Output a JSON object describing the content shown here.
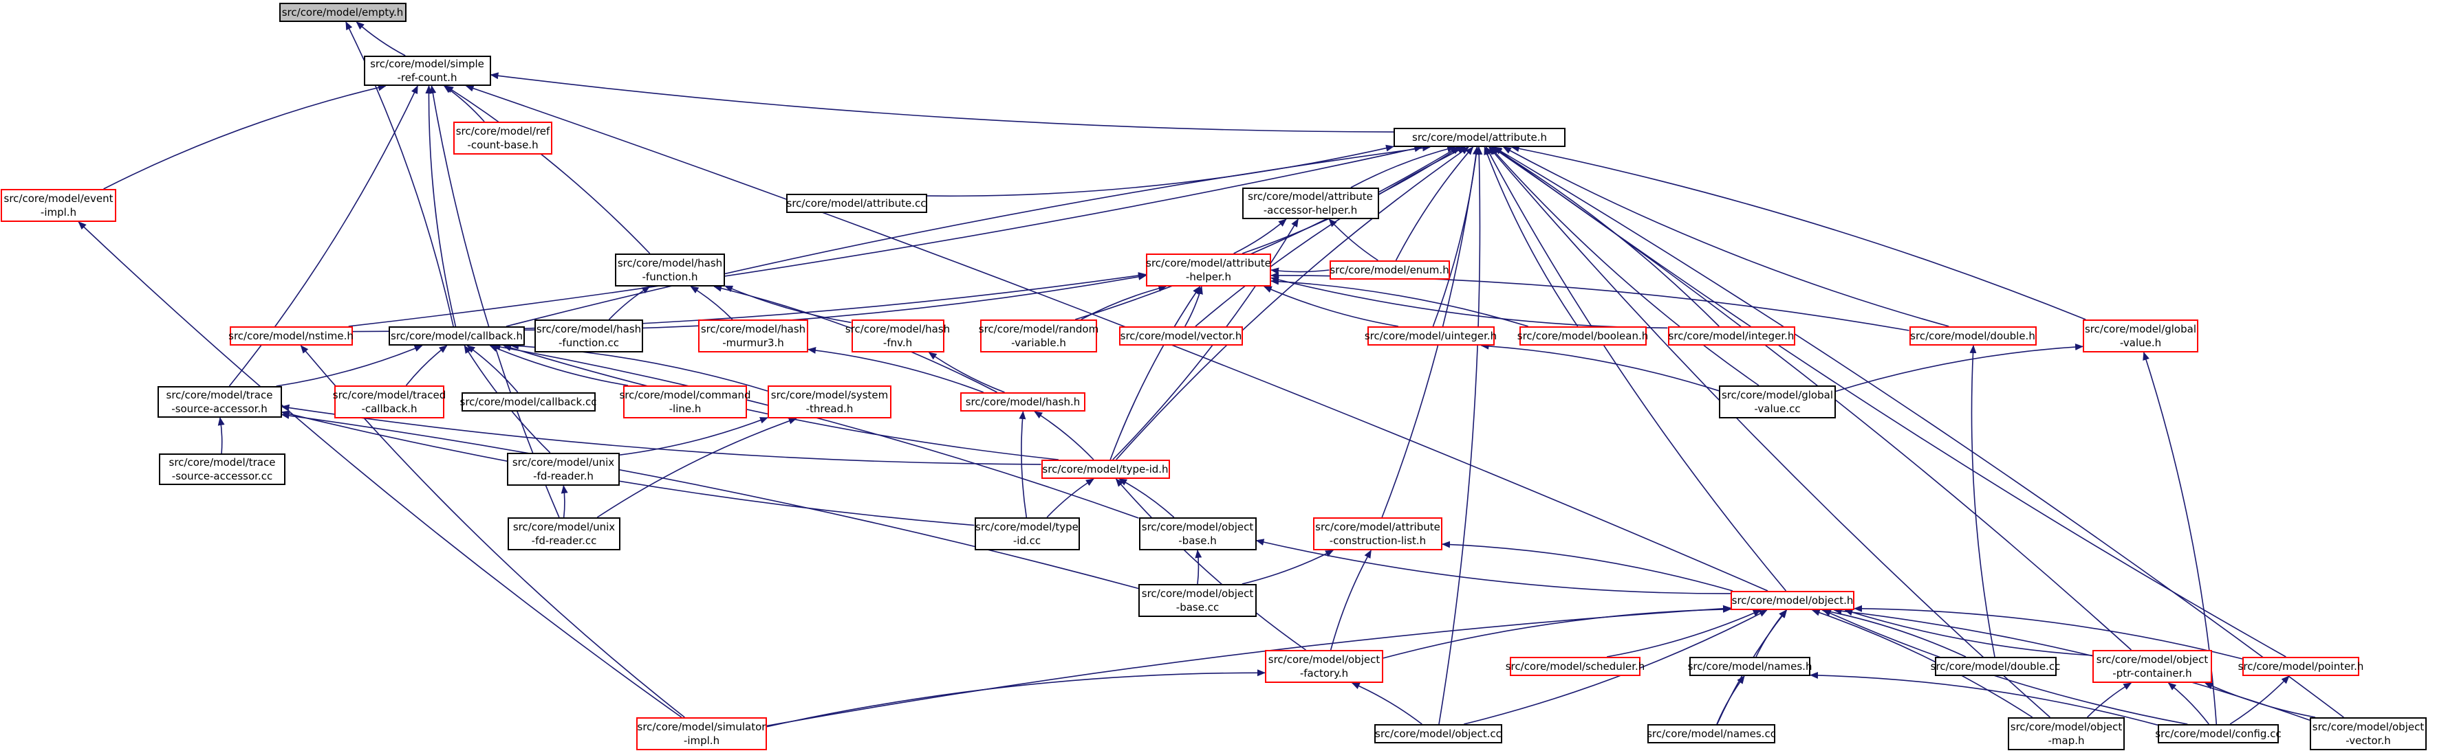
{
  "colors": {
    "edge": "#191970",
    "node_border": "#000000",
    "node_border_incomplete": "#ff0000",
    "root_fill": "#bfbfbf"
  },
  "nodes": [
    {
      "id": "empty",
      "lines": [
        "src/core/model/empty.h"
      ],
      "style": "gray"
    },
    {
      "id": "simple",
      "lines": [
        "src/core/model/simple",
        "-ref-count.h"
      ],
      "style": "black"
    },
    {
      "id": "refbase",
      "lines": [
        "src/core/model/ref",
        "-count-base.h"
      ],
      "style": "red"
    },
    {
      "id": "event",
      "lines": [
        "src/core/model/event",
        "-impl.h"
      ],
      "style": "red"
    },
    {
      "id": "attribute",
      "lines": [
        "src/core/model/attribute.h"
      ],
      "style": "black"
    },
    {
      "id": "attributecc",
      "lines": [
        "src/core/model/attribute.cc"
      ],
      "style": "black"
    },
    {
      "id": "acchelper",
      "lines": [
        "src/core/model/attribute",
        "-accessor-helper.h"
      ],
      "style": "black"
    },
    {
      "id": "hashfunc",
      "lines": [
        "src/core/model/hash",
        "-function.h"
      ],
      "style": "black"
    },
    {
      "id": "attrhelper",
      "lines": [
        "src/core/model/attribute",
        "-helper.h"
      ],
      "style": "red"
    },
    {
      "id": "enum",
      "lines": [
        "src/core/model/enum.h"
      ],
      "style": "red"
    },
    {
      "id": "nstime",
      "lines": [
        "src/core/model/nstime.h"
      ],
      "style": "red"
    },
    {
      "id": "callback",
      "lines": [
        "src/core/model/callback.h"
      ],
      "style": "black"
    },
    {
      "id": "hashfunccc",
      "lines": [
        "src/core/model/hash",
        "-function.cc"
      ],
      "style": "black"
    },
    {
      "id": "murmur",
      "lines": [
        "src/core/model/hash",
        "-murmur3.h"
      ],
      "style": "red"
    },
    {
      "id": "fnv",
      "lines": [
        "src/core/model/hash",
        "-fnv.h"
      ],
      "style": "red"
    },
    {
      "id": "random",
      "lines": [
        "src/core/model/random",
        "-variable.h"
      ],
      "style": "red"
    },
    {
      "id": "vector",
      "lines": [
        "src/core/model/vector.h"
      ],
      "style": "red"
    },
    {
      "id": "uinteger",
      "lines": [
        "src/core/model/uinteger.h"
      ],
      "style": "red"
    },
    {
      "id": "boolean",
      "lines": [
        "src/core/model/boolean.h"
      ],
      "style": "red"
    },
    {
      "id": "integer",
      "lines": [
        "src/core/model/integer.h"
      ],
      "style": "red"
    },
    {
      "id": "double",
      "lines": [
        "src/core/model/double.h"
      ],
      "style": "red"
    },
    {
      "id": "globalvalue",
      "lines": [
        "src/core/model/global",
        "-value.h"
      ],
      "style": "red"
    },
    {
      "id": "tracesrc",
      "lines": [
        "src/core/model/trace",
        "-source-accessor.h"
      ],
      "style": "black"
    },
    {
      "id": "tracedcb",
      "lines": [
        "src/core/model/traced",
        "-callback.h"
      ],
      "style": "red"
    },
    {
      "id": "callbackcc",
      "lines": [
        "src/core/model/callback.cc"
      ],
      "style": "black"
    },
    {
      "id": "cmdline",
      "lines": [
        "src/core/model/command",
        "-line.h"
      ],
      "style": "red"
    },
    {
      "id": "systhread",
      "lines": [
        "src/core/model/system",
        "-thread.h"
      ],
      "style": "red"
    },
    {
      "id": "hash",
      "lines": [
        "src/core/model/hash.h"
      ],
      "style": "red"
    },
    {
      "id": "globalvaluecc",
      "lines": [
        "src/core/model/global",
        "-value.cc"
      ],
      "style": "black"
    },
    {
      "id": "tracesrccc",
      "lines": [
        "src/core/model/trace",
        "-source-accessor.cc"
      ],
      "style": "black"
    },
    {
      "id": "unixreader",
      "lines": [
        "src/core/model/unix",
        "-fd-reader.h"
      ],
      "style": "black"
    },
    {
      "id": "typeid",
      "lines": [
        "src/core/model/type-id.h"
      ],
      "style": "red"
    },
    {
      "id": "unixreadercc",
      "lines": [
        "src/core/model/unix",
        "-fd-reader.cc"
      ],
      "style": "black"
    },
    {
      "id": "typeidcc",
      "lines": [
        "src/core/model/type",
        "-id.cc"
      ],
      "style": "black"
    },
    {
      "id": "objbase",
      "lines": [
        "src/core/model/object",
        "-base.h"
      ],
      "style": "black"
    },
    {
      "id": "attrconstr",
      "lines": [
        "src/core/model/attribute",
        "-construction-list.h"
      ],
      "style": "red"
    },
    {
      "id": "objbasecc",
      "lines": [
        "src/core/model/object",
        "-base.cc"
      ],
      "style": "black"
    },
    {
      "id": "object",
      "lines": [
        "src/core/model/object.h"
      ],
      "style": "red"
    },
    {
      "id": "objfactory",
      "lines": [
        "src/core/model/object",
        "-factory.h"
      ],
      "style": "red"
    },
    {
      "id": "scheduler",
      "lines": [
        "src/core/model/scheduler.h"
      ],
      "style": "red"
    },
    {
      "id": "names",
      "lines": [
        "src/core/model/names.h"
      ],
      "style": "black"
    },
    {
      "id": "doublecc",
      "lines": [
        "src/core/model/double.cc"
      ],
      "style": "black"
    },
    {
      "id": "ptrcont",
      "lines": [
        "src/core/model/object",
        "-ptr-container.h"
      ],
      "style": "red"
    },
    {
      "id": "pointer",
      "lines": [
        "src/core/model/pointer.h"
      ],
      "style": "red"
    },
    {
      "id": "simimpl",
      "lines": [
        "src/core/model/simulator",
        "-impl.h"
      ],
      "style": "red"
    },
    {
      "id": "objectcc",
      "lines": [
        "src/core/model/object.cc"
      ],
      "style": "black"
    },
    {
      "id": "namescc",
      "lines": [
        "src/core/model/names.cc"
      ],
      "style": "black"
    },
    {
      "id": "objmap",
      "lines": [
        "src/core/model/object",
        "-map.h"
      ],
      "style": "black"
    },
    {
      "id": "configcc",
      "lines": [
        "src/core/model/config.cc"
      ],
      "style": "black"
    },
    {
      "id": "objvector",
      "lines": [
        "src/core/model/object",
        "-vector.h"
      ],
      "style": "black"
    }
  ],
  "edges": [
    [
      "simple",
      "empty"
    ],
    [
      "callback",
      "empty"
    ],
    [
      "event",
      "simple"
    ],
    [
      "refbase",
      "simple"
    ],
    [
      "attribute",
      "simple"
    ],
    [
      "hashfunc",
      "simple"
    ],
    [
      "callback",
      "simple"
    ],
    [
      "tracesrc",
      "simple"
    ],
    [
      "unixreadercc",
      "simple"
    ],
    [
      "object",
      "simple"
    ],
    [
      "simimpl",
      "event"
    ],
    [
      "attributecc",
      "attribute"
    ],
    [
      "acchelper",
      "attribute"
    ],
    [
      "attrhelper",
      "attribute"
    ],
    [
      "enum",
      "attribute"
    ],
    [
      "nstime",
      "attribute"
    ],
    [
      "callback",
      "attribute"
    ],
    [
      "random",
      "attribute"
    ],
    [
      "vector",
      "attribute"
    ],
    [
      "uinteger",
      "attribute"
    ],
    [
      "boolean",
      "attribute"
    ],
    [
      "integer",
      "attribute"
    ],
    [
      "double",
      "attribute"
    ],
    [
      "globalvalue",
      "attribute"
    ],
    [
      "typeid",
      "attribute"
    ],
    [
      "attrconstr",
      "attribute"
    ],
    [
      "object",
      "attribute"
    ],
    [
      "ptrcont",
      "attribute"
    ],
    [
      "pointer",
      "attribute"
    ],
    [
      "objectcc",
      "attribute"
    ],
    [
      "objmap",
      "attribute"
    ],
    [
      "objvector",
      "attribute"
    ],
    [
      "globalvaluecc",
      "attribute"
    ],
    [
      "attrhelper",
      "acchelper"
    ],
    [
      "enum",
      "acchelper"
    ],
    [
      "typeid",
      "acchelper"
    ],
    [
      "hashfunccc",
      "hashfunc"
    ],
    [
      "murmur",
      "hashfunc"
    ],
    [
      "fnv",
      "hashfunc"
    ],
    [
      "hash",
      "hashfunc"
    ],
    [
      "enum",
      "attrhelper"
    ],
    [
      "nstime",
      "attrhelper"
    ],
    [
      "random",
      "attrhelper"
    ],
    [
      "vector",
      "attrhelper"
    ],
    [
      "uinteger",
      "attrhelper"
    ],
    [
      "boolean",
      "attrhelper"
    ],
    [
      "integer",
      "attrhelper"
    ],
    [
      "double",
      "attrhelper"
    ],
    [
      "typeid",
      "attrhelper"
    ],
    [
      "callback",
      "attrhelper"
    ],
    [
      "simimpl",
      "nstime"
    ],
    [
      "tracesrc",
      "callback"
    ],
    [
      "tracedcb",
      "callback"
    ],
    [
      "callbackcc",
      "callback"
    ],
    [
      "cmdline",
      "callback"
    ],
    [
      "systhread",
      "callback"
    ],
    [
      "unixreader",
      "callback"
    ],
    [
      "objbase",
      "callback"
    ],
    [
      "typeid",
      "callback"
    ],
    [
      "hash",
      "murmur"
    ],
    [
      "hash",
      "fnv"
    ],
    [
      "globalvaluecc",
      "uinteger"
    ],
    [
      "globalvaluecc",
      "globalvalue"
    ],
    [
      "configcc",
      "globalvalue"
    ],
    [
      "doublecc",
      "double"
    ],
    [
      "tracesrccc",
      "tracesrc"
    ],
    [
      "typeid",
      "tracesrc"
    ],
    [
      "objbasecc",
      "tracesrc"
    ],
    [
      "typeidcc",
      "tracesrc"
    ],
    [
      "unixreader",
      "systhread"
    ],
    [
      "unixreadercc",
      "systhread"
    ],
    [
      "typeid",
      "hash"
    ],
    [
      "typeidcc",
      "hash"
    ],
    [
      "unixreadercc",
      "unixreader"
    ],
    [
      "typeidcc",
      "typeid"
    ],
    [
      "objbase",
      "typeid"
    ],
    [
      "objfactory",
      "typeid"
    ],
    [
      "objbasecc",
      "objbase"
    ],
    [
      "object",
      "objbase"
    ],
    [
      "objbasecc",
      "attrconstr"
    ],
    [
      "objfactory",
      "attrconstr"
    ],
    [
      "object",
      "attrconstr"
    ],
    [
      "objfactory",
      "object"
    ],
    [
      "scheduler",
      "object"
    ],
    [
      "names",
      "object"
    ],
    [
      "doublecc",
      "object"
    ],
    [
      "ptrcont",
      "object"
    ],
    [
      "pointer",
      "object"
    ],
    [
      "simimpl",
      "object"
    ],
    [
      "objectcc",
      "object"
    ],
    [
      "namescc",
      "object"
    ],
    [
      "objmap",
      "object"
    ],
    [
      "configcc",
      "object"
    ],
    [
      "objvector",
      "object"
    ],
    [
      "simimpl",
      "objfactory"
    ],
    [
      "objectcc",
      "objfactory"
    ],
    [
      "namescc",
      "names"
    ],
    [
      "configcc",
      "names"
    ],
    [
      "objmap",
      "ptrcont"
    ],
    [
      "configcc",
      "ptrcont"
    ],
    [
      "objvector",
      "ptrcont"
    ],
    [
      "configcc",
      "pointer"
    ]
  ]
}
